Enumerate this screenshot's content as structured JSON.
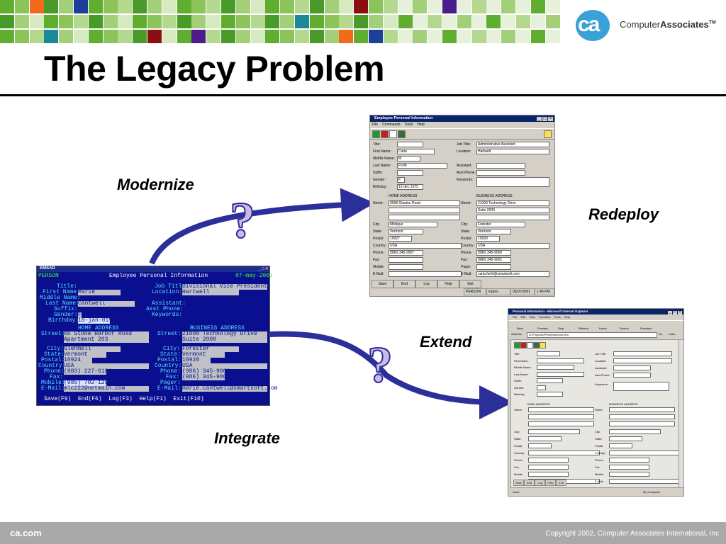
{
  "slide": {
    "title": "The Legacy Problem",
    "labels": {
      "modernize": "Modernize",
      "redeploy": "Redeploy",
      "extend": "Extend",
      "integrate": "Integrate"
    },
    "question_mark": "?",
    "colors": {
      "arrow": "#2c2f99",
      "question_fill": "#cdb8e8",
      "terminal_bg": "#0a0f8f",
      "footer": "#a9a9a9"
    }
  },
  "logo": {
    "mark": "ca",
    "name_regular": "Computer",
    "name_bold": "Associates",
    "tm": "TM"
  },
  "footer": {
    "site": "ca.com",
    "copyright": "Copyright 2002, Computer Associates International, Inc"
  },
  "terminal": {
    "title": "EMSAD",
    "screen_name": "PERSON",
    "heading": "Employee Personal Information",
    "date": "07-may-2001",
    "title_label": "Title:",
    "first_name_label": "First Name:",
    "first_name": "Marie",
    "middle_name_label": "Middle Name:",
    "last_name_label": "Last Name:",
    "last_name": "Cantwell",
    "suffix_label": "Suffix:",
    "gender_label": "Gender:",
    "gender": "F",
    "birthday_label": "Birthday:",
    "birthday": "18-jan-0197",
    "job_title_label": "Job Title:",
    "job_title": "Divisional Vice President",
    "location_label": "Location:",
    "location": "Hartwell",
    "assistant_label": "Assistant:",
    "asst_phone_label": "Asst Phone:",
    "keywords_label": "Keywords:",
    "home_address_label": "HOME ADDRESS",
    "business_address_label": "BUSINESS ADDRESS",
    "street_label": "Street:",
    "home_street1": "66 Stone Harbor Road",
    "home_street2": "Apartment 203",
    "bus_street1": "21000 Technology Drive",
    "bus_street2": "Suite 2000",
    "city_label": "City:",
    "home_city": "Glenmell",
    "bus_city": "Forester",
    "state_label": "State:",
    "home_state": "Vermont",
    "bus_state": "Vermont",
    "postal_label": "Postal:",
    "home_postal": "10924",
    "bus_postal": "10920",
    "country_label": "Country:",
    "home_country": "USA",
    "bus_country": "USA",
    "phone_label": "Phone:",
    "home_phone": "(983) 227-6164",
    "bus_phone": "(986) 345-9000",
    "fax_label": "Fax:",
    "bus_fax": "(986) 345-9001",
    "mobile_label": "Mobile:",
    "home_mobile": "(985) 702-1298",
    "pager_label": "Pager:",
    "email_label": "E-Mail:",
    "home_email": "mlc222@netmain.com",
    "bus_email": "marie.cantwell@smartsoft.com",
    "keys": "Save(F9)  End(F6)  Log(F3)  Help(F1)  Exit(F10)"
  },
  "win_app": {
    "title": "Employee Personal Information",
    "menu": [
      "File",
      "Commands",
      "Tools",
      "Help"
    ],
    "fields_left": [
      {
        "label": "Title:",
        "value": ""
      },
      {
        "label": "First Name:",
        "value": "Carla"
      },
      {
        "label": "Middle Name:",
        "value": "M"
      },
      {
        "label": "Last Name:",
        "value": "Forth"
      },
      {
        "label": "Suffix:",
        "value": ""
      },
      {
        "label": "Gender:",
        "value": "F"
      },
      {
        "label": "Birthday:",
        "value": "12-dec-1975"
      }
    ],
    "fields_right": [
      {
        "label": "Job Title:",
        "value": "Administrative Assistant"
      },
      {
        "label": "Location:",
        "value": "Hartwell"
      },
      {
        "label": "Assistant:",
        "value": ""
      },
      {
        "label": "Asst Phone:",
        "value": ""
      },
      {
        "label": "Keywords:",
        "value": ""
      }
    ],
    "home_address_label": "HOME ADDRESS",
    "business_address_label": "BUSINESS ADDRESS",
    "street_label": "Street:",
    "home_street": "9998 Glaston Road",
    "bus_street1": "21000 Technology Drive",
    "bus_street2": "Suite 2000",
    "addr_rows": [
      {
        "label": "City:",
        "home": "Mistique",
        "bus": "Forester"
      },
      {
        "label": "State:",
        "home": "Vermont",
        "bus": "Vermont"
      },
      {
        "label": "Postal:",
        "home": "10927",
        "bus": "10920"
      },
      {
        "label": "Country:",
        "home": "USA",
        "bus": "USA"
      },
      {
        "label": "Phone:",
        "home": "(986) 345-2807",
        "bus": "(986) 345-9000"
      },
      {
        "label": "Fax:",
        "home": "",
        "bus": "(986) 345-9001"
      },
      {
        "label": "Mobile:",
        "home": "",
        "bus": ""
      },
      {
        "label": "E-Mail:",
        "home": "",
        "bus": "carla.forth@smartsoft.com"
      }
    ],
    "pager_label": "Pager:",
    "buttons": [
      "Save",
      "End",
      "Log",
      "Help",
      "Exit"
    ],
    "status": {
      "screen": "PERSON",
      "user": "ingres",
      "date": "05/07/2001",
      "time": "1:45 PM"
    }
  },
  "browser": {
    "title": "Personal Information - Microsoft Internet Explorer",
    "menu": [
      "File",
      "Edit",
      "View",
      "Favorites",
      "Tools",
      "Help"
    ],
    "toolbar": [
      "Back",
      "Forward",
      "Stop",
      "Refresh",
      "Home",
      "Search",
      "Favorites"
    ],
    "address_label": "Address",
    "address": "D:\\Projects\\PR\\web\\person.htm",
    "go_label": "Go",
    "links_label": "Links",
    "fields_left": [
      "Title:",
      "First Name:",
      "Middle Name:",
      "Last Name:",
      "Suffix:",
      "Gender:",
      "Birthday:"
    ],
    "fields_right": [
      "Job Title:",
      "Location:",
      "Assistant:",
      "Asst Phone:",
      "Keywords:"
    ],
    "home_address_label": "HOME ADDRESS",
    "business_address_label": "BUSINESS ADDRESS",
    "street_label": "Street",
    "addr_rows": [
      "City:",
      "State:",
      "Postal:",
      "Country:",
      "Phone:",
      "Fax:",
      "Mobile:",
      "E-Mail:"
    ],
    "buttons": [
      "Save",
      "End",
      "Log",
      "Help",
      "Exit"
    ],
    "status_left": "Done",
    "status_right": "My Computer"
  }
}
